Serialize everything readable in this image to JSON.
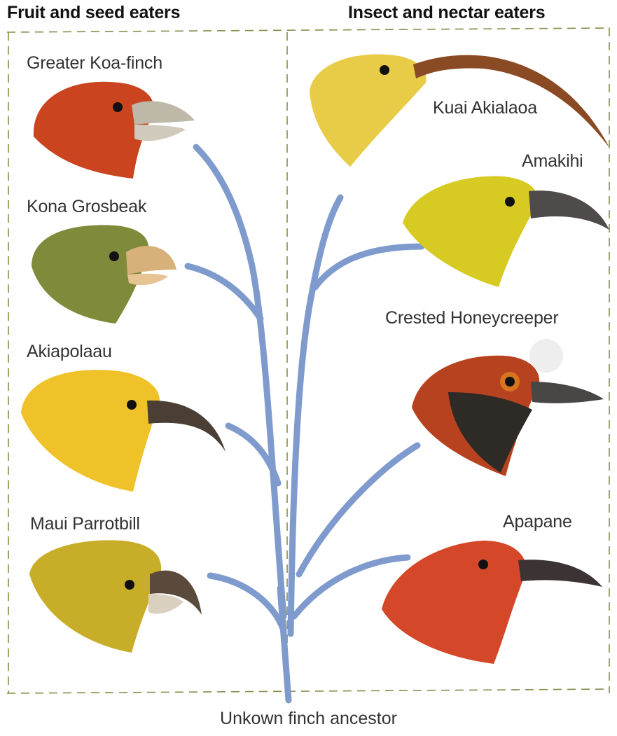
{
  "groups": {
    "left": "Fruit and seed eaters",
    "right": "Insect and nectar eaters"
  },
  "birds": [
    {
      "name": "Greater Koa-finch",
      "diet_group": "Fruit and seed eaters"
    },
    {
      "name": "Kona Grosbeak",
      "diet_group": "Fruit and seed eaters"
    },
    {
      "name": "Akiapolaau",
      "diet_group": "Fruit and seed eaters"
    },
    {
      "name": "Maui Parrotbill",
      "diet_group": "Fruit and seed eaters"
    },
    {
      "name": "Kuai Akialaoa",
      "diet_group": "Insect and nectar eaters"
    },
    {
      "name": "Amakihi",
      "diet_group": "Insect and nectar eaters"
    },
    {
      "name": "Crested Honeycreeper",
      "diet_group": "Insect and nectar eaters"
    },
    {
      "name": "Apapane",
      "diet_group": "Insect and nectar eaters"
    }
  ],
  "root": "Unkown finch ancestor",
  "colors": {
    "branch": "#7f9bcd",
    "dashed_border": "#8a8a4a"
  }
}
